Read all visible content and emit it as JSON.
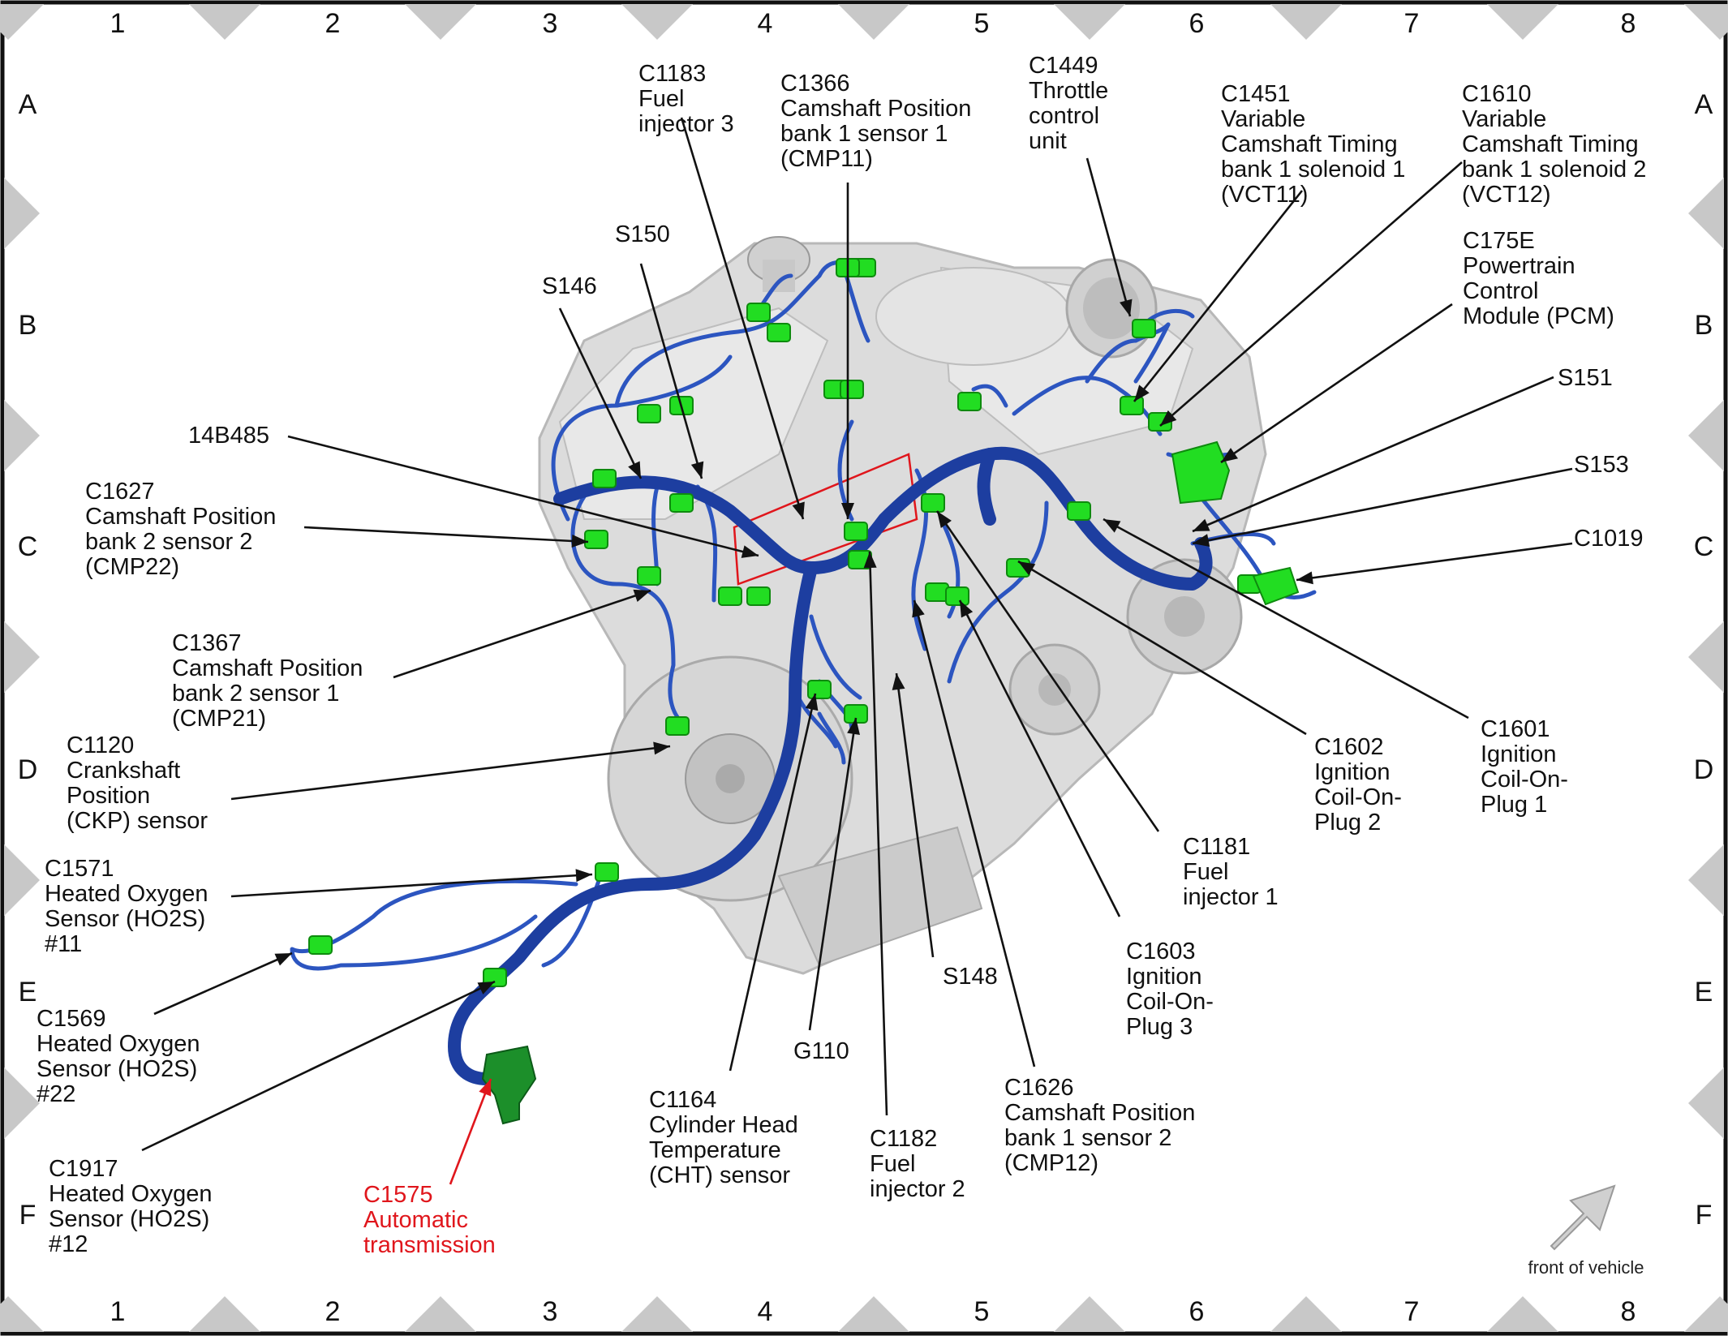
{
  "grid": {
    "columns": [
      "1",
      "2",
      "3",
      "4",
      "5",
      "6",
      "7",
      "8"
    ],
    "rows": [
      "A",
      "B",
      "C",
      "D",
      "E",
      "F"
    ]
  },
  "callouts": [
    {
      "id": "c1183",
      "lines": [
        "C1183",
        "Fuel",
        "injector 3"
      ]
    },
    {
      "id": "c1366",
      "lines": [
        "C1366",
        "Camshaft Position",
        "bank 1 sensor 1",
        "(CMP11)"
      ]
    },
    {
      "id": "c1449",
      "lines": [
        "C1449",
        "Throttle",
        "control",
        "unit"
      ]
    },
    {
      "id": "c1451",
      "lines": [
        "C1451",
        "Variable",
        "Camshaft Timing",
        "bank 1 solenoid 1",
        "(VCT11)"
      ]
    },
    {
      "id": "c1610",
      "lines": [
        "C1610",
        "Variable",
        "Camshaft Timing",
        "bank 1 solenoid 2",
        "(VCT12)"
      ]
    },
    {
      "id": "c175e",
      "lines": [
        "C175E",
        "Powertrain",
        "Control",
        "Module (PCM)"
      ]
    },
    {
      "id": "s151",
      "lines": [
        "S151"
      ]
    },
    {
      "id": "s153",
      "lines": [
        "S153"
      ]
    },
    {
      "id": "c1019",
      "lines": [
        "C1019"
      ]
    },
    {
      "id": "s150",
      "lines": [
        "S150"
      ]
    },
    {
      "id": "s146",
      "lines": [
        "S146"
      ]
    },
    {
      "id": "14b485",
      "lines": [
        "14B485"
      ]
    },
    {
      "id": "c1627",
      "lines": [
        "C1627",
        "Camshaft Position",
        "bank 2 sensor 2",
        "(CMP22)"
      ]
    },
    {
      "id": "c1367",
      "lines": [
        "C1367",
        "Camshaft Position",
        "bank 2 sensor 1",
        "(CMP21)"
      ]
    },
    {
      "id": "c1120",
      "lines": [
        "C1120",
        "Crankshaft",
        "Position",
        "(CKP) sensor"
      ]
    },
    {
      "id": "c1571",
      "lines": [
        "C1571",
        "Heated Oxygen",
        "Sensor (HO2S)",
        "#11"
      ]
    },
    {
      "id": "c1569",
      "lines": [
        "C1569",
        "Heated Oxygen",
        "Sensor (HO2S)",
        "#22"
      ]
    },
    {
      "id": "c1917",
      "lines": [
        "C1917",
        "Heated Oxygen",
        "Sensor (HO2S)",
        "#12"
      ]
    },
    {
      "id": "c1575",
      "lines": [
        "C1575",
        "Automatic",
        "transmission"
      ],
      "color": "red"
    },
    {
      "id": "c1164",
      "lines": [
        "C1164",
        "Cylinder Head",
        "Temperature",
        "(CHT) sensor"
      ]
    },
    {
      "id": "g110",
      "lines": [
        "G110"
      ]
    },
    {
      "id": "c1182",
      "lines": [
        "C1182",
        "Fuel",
        "injector 2"
      ]
    },
    {
      "id": "s148",
      "lines": [
        "S148"
      ]
    },
    {
      "id": "c1626",
      "lines": [
        "C1626",
        "Camshaft Position",
        "bank 1 sensor 2",
        "(CMP12)"
      ]
    },
    {
      "id": "c1603",
      "lines": [
        "C1603",
        "Ignition",
        "Coil-On-",
        "Plug 3"
      ]
    },
    {
      "id": "c1181",
      "lines": [
        "C1181",
        "Fuel",
        "injector 1"
      ]
    },
    {
      "id": "c1602",
      "lines": [
        "C1602",
        "Ignition",
        "Coil-On-",
        "Plug 2"
      ]
    },
    {
      "id": "c1601",
      "lines": [
        "C1601",
        "Ignition",
        "Coil-On-",
        "Plug 1"
      ]
    }
  ],
  "orientation": {
    "label": "front of vehicle"
  },
  "colors": {
    "harness": "#1d3ea0",
    "connector": "#22dd22",
    "engine": "#dcdcdc",
    "marker": "#c8c8c8",
    "highlight": "#e0161c"
  }
}
